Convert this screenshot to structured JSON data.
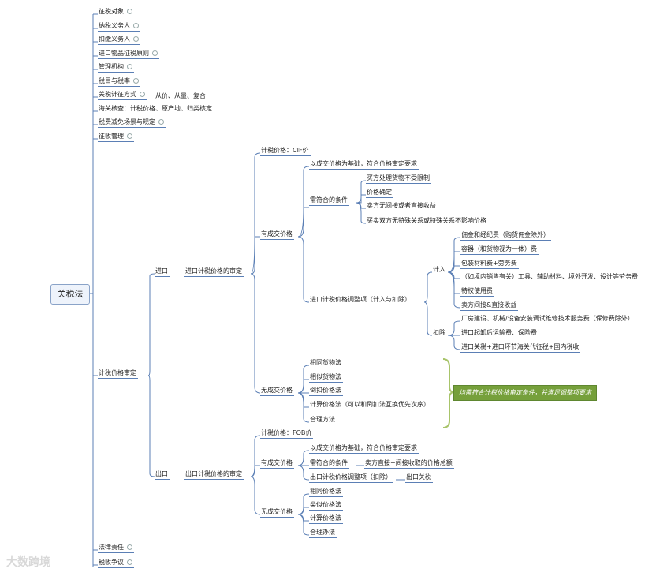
{
  "root": "关税法",
  "top_items": [
    "征税对象",
    "纳税义务人",
    "扣缴义务人",
    "进口物品征税原则",
    "管理机构",
    "税目与税率"
  ],
  "duty_method": {
    "label": "关税计征方式",
    "detail": "从价、从量、复合"
  },
  "customs_check": "海关核查：计税价格、原产地、归类核定",
  "tax_relief": "税费减免场景与规定",
  "collection": "征收管理",
  "valuation": "计税价格审定",
  "import": {
    "label": "进口",
    "review": "进口计税价格的审定",
    "basis": "计税价格：CIF价",
    "with_price": "有成交价格",
    "principle": "以成交价格为基础，符合价格审定要求",
    "conditions_label": "需符合的条件",
    "conditions": [
      "买方处理货物不受限制",
      "价格确定",
      "卖方无间接或者直接收益",
      "买卖双方无特殊关系或特殊关系不影响价格"
    ],
    "adjust_label": "进口计税价格调整项（计入与扣除）",
    "include_label": "计入",
    "include": [
      "佣金和经纪费（购货佣金除外）",
      "容器（和货物视为一体）费",
      "包装材料费+劳务费",
      "（如境内销售有关）工具、辅助材料、境外开发、设计等劳务费",
      "特权使用费",
      "卖方间接&直接收益"
    ],
    "exclude_label": "扣除",
    "exclude": [
      "厂房建设、机械/设备安装调试维修技术服务费（保修费除外）",
      "进口起卸后运输费、保险费",
      "进口关税+进口环节海关代征税+国内税收"
    ],
    "no_price": "无成交价格",
    "methods": [
      "相同货物法",
      "相似货物法",
      "倒扣价格法",
      "计算价格法（可以和倒扣法互换优先次序）",
      "合理方法"
    ],
    "note": "均需符合计税价格审定条件，并满足调整项要求"
  },
  "export": {
    "label": "出口",
    "review": "出口计税价格的审定",
    "basis": "计税价格：FOB价",
    "with_price": "有成交价格",
    "principle": "以成交价格为基础，符合价格审定要求",
    "conditions_label": "需符合的条件",
    "condition": "卖方直接+间接收取的价格总额",
    "adjust_label": "出口计税价格调整项（扣除）",
    "adjust_item": "出口关税",
    "no_price": "无成交价格",
    "methods": [
      "相同价格法",
      "类似价格法",
      "计算价格法",
      "合理办法"
    ]
  },
  "legal": "法律责任",
  "dispute": "税收争议",
  "watermark": "大数跨境",
  "colors": {
    "line": "#5b7fb5",
    "note_bg": "#76a03b",
    "brace": "#a8c46a"
  }
}
